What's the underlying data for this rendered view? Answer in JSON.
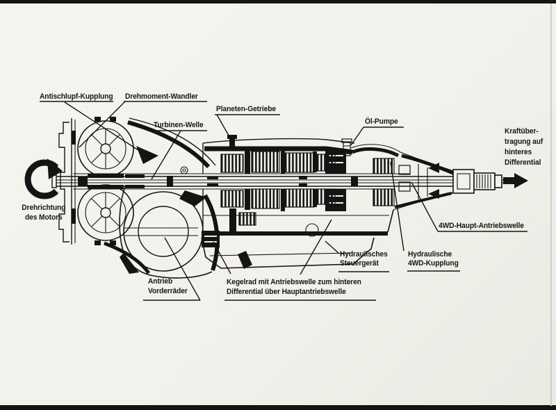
{
  "colors": {
    "paper": "#f2f1ed",
    "ink": "#141414"
  },
  "figure": {
    "kind": "cutaway-technical-drawing"
  },
  "annotations": {
    "antischlupf_kupplung": {
      "text": "Antischlupf-Kupplung"
    },
    "drehmoment_wandler": {
      "text": "Drehmoment-Wandler"
    },
    "turbinen_welle": {
      "text": "Turbinen-Welle"
    },
    "planeten_getriebe": {
      "text": "Planeten-Getriebe"
    },
    "oel_pumpe": {
      "text": "Öl-Pumpe"
    },
    "kraftuebertragung": {
      "lines": [
        "Kraftüber-",
        "tragung auf",
        "hinteres",
        "Differential"
      ]
    },
    "drehrichtung_motor": {
      "lines": [
        "Drehrichtung",
        "des Motors"
      ]
    },
    "haupt_antriebswelle_4wd": {
      "text": "4WD-Haupt-Antriebswelle"
    },
    "hydraulisches_steuergeraet": {
      "lines": [
        "Hydraulisches",
        "Steuergerät"
      ]
    },
    "hydraulische_4wd_kupplung": {
      "lines": [
        "Hydraulische",
        "4WD-Kupplung"
      ]
    },
    "antrieb_vorderraeder": {
      "lines": [
        "Antrieb",
        "Vorderräder"
      ]
    },
    "kegelrad_antriebswelle": {
      "lines": [
        "Kegelrad mit Antriebswelle zum hinteren",
        "Differential über Hauptantriebswelle"
      ]
    }
  }
}
